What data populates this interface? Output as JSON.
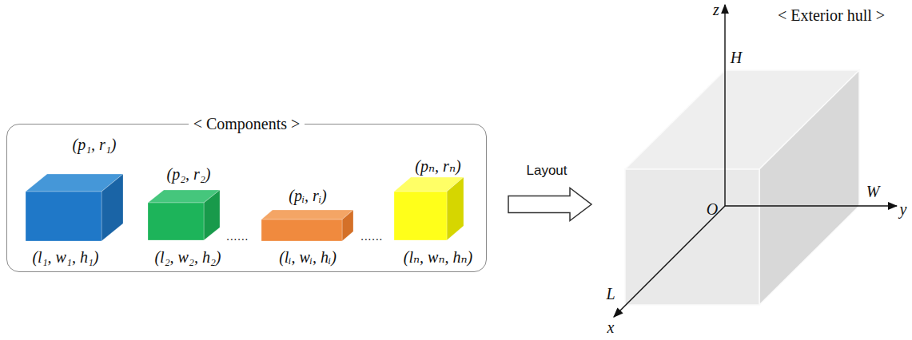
{
  "diagram": {
    "nodes": [
      {
        "text": [
          "< Components >"
        ]
      },
      {
        "text": [
          "(p₁, r₁)",
          "(l₁, w₁, h₁)"
        ],
        "in": 0
      },
      {
        "text": [
          "(p₂, r₂)",
          "(l₂, w₂, h₂)"
        ],
        "in": 0
      },
      {
        "text": [
          "(pᵢ, rᵢ)",
          "(lᵢ, wᵢ, hᵢ)"
        ],
        "in": 0
      },
      {
        "text": [
          "(pₙ, rₙ)",
          "(lₙ, wₙ, hₙ)"
        ],
        "in": 0
      },
      {
        "text": [
          "< Exterior hull >"
        ]
      }
    ],
    "edges": [
      {
        "from": 0,
        "to": 5,
        "label": "Layout",
        "arrow": "to"
      }
    ],
    "labels": [
      "......",
      "......",
      "z",
      "H",
      "O",
      "W",
      "y",
      "L",
      "x"
    ]
  }
}
